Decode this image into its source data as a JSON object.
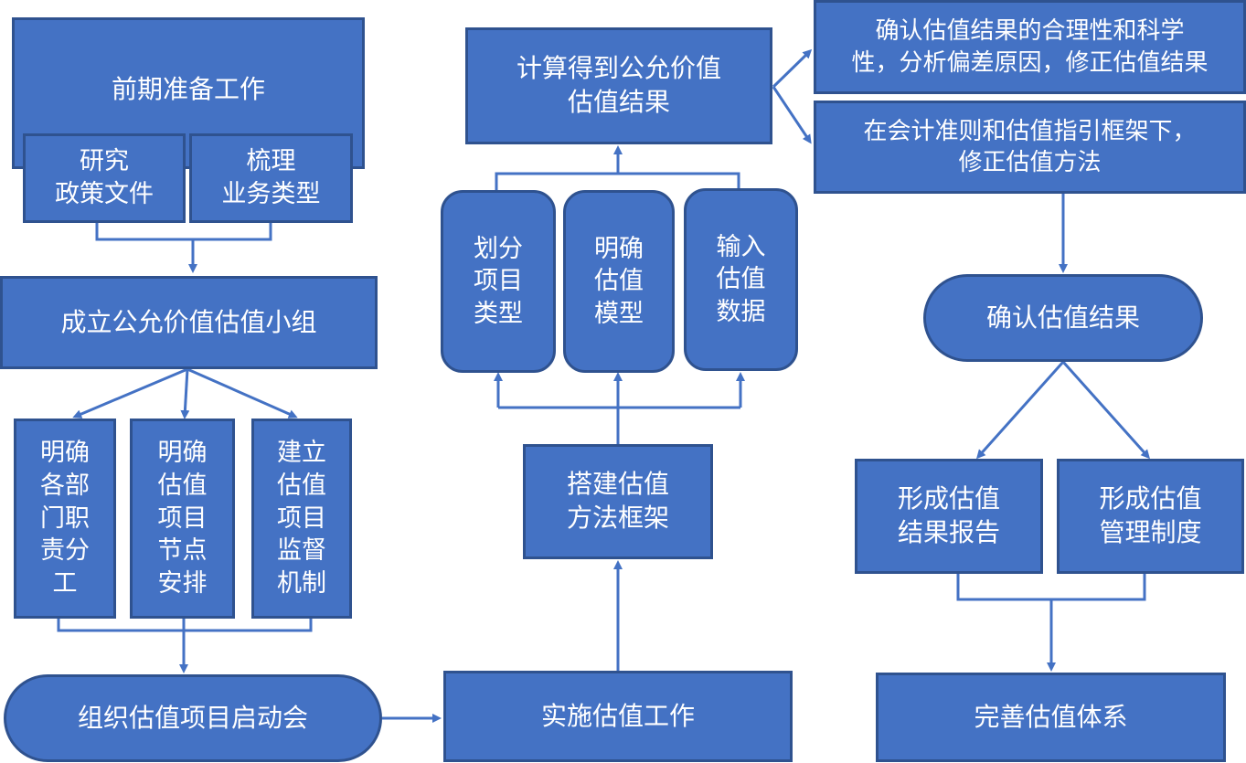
{
  "nodes": {
    "prep": "前期准备工作",
    "research": "研究\n政策文件",
    "sort": "梳理\n业务类型",
    "team": "成立公允价值估值小组",
    "duty": "明确\n各部\n门职\n责分\n工",
    "schedule": "明确\n估值\n项目\n节点\n安排",
    "monitor": "建立\n估值\n项目\n监督\n机制",
    "kickoff": "组织估值项目启动会",
    "implement": "实施估值工作",
    "framework": "搭建估值\n方法框架",
    "classify": "划分\n项目\n类型",
    "model": "明确\n估值\n模型",
    "input": "输入\n估值\n数据",
    "calc": "计算得到公允价值\n估值结果",
    "reasonable": "确认估值结果的合理性和科学\n性，分析偏差原因，修正估值结果",
    "revise": "在会计准则和估值指引框架下，\n修正估值方法",
    "confirm": "确认估值结果",
    "report": "形成估值\n结果报告",
    "system": "形成估值\n管理制度",
    "improve": "完善估值体系"
  },
  "colors": {
    "box_fill": "#4472c4",
    "box_border": "#2f528f",
    "text": "#ffffff",
    "connector": "#4472c4"
  }
}
